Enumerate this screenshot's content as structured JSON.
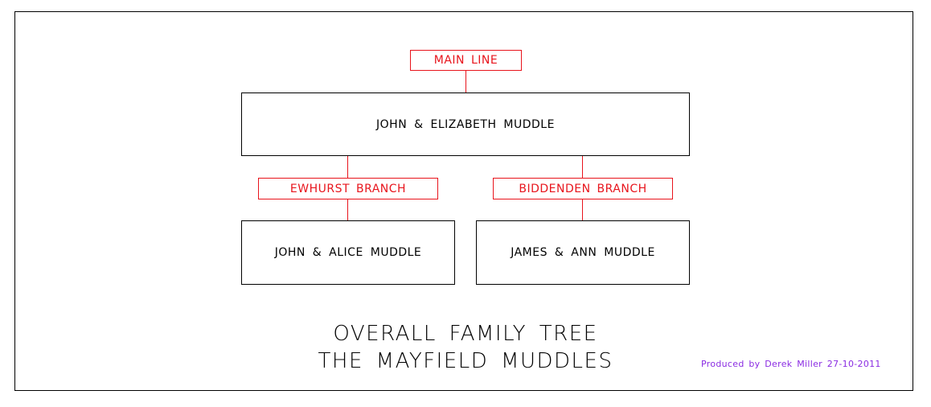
{
  "tree": {
    "main_label": "MAIN LINE",
    "root": "JOHN & ELIZABETH MUDDLE",
    "branches": [
      {
        "label": "EWHURST BRANCH",
        "family": "JOHN & ALICE MUDDLE"
      },
      {
        "label": "BIDDENDEN BRANCH",
        "family": "JAMES & ANN MUDDLE"
      }
    ]
  },
  "title": {
    "line1": "OVERALL FAMILY TREE",
    "line2": "THE MAYFIELD MUDDLES"
  },
  "credit": "Produced by Derek Miller 27-10-2011",
  "colors": {
    "label": "#e8141c",
    "box": "#000000",
    "credit": "#8a2be2"
  }
}
